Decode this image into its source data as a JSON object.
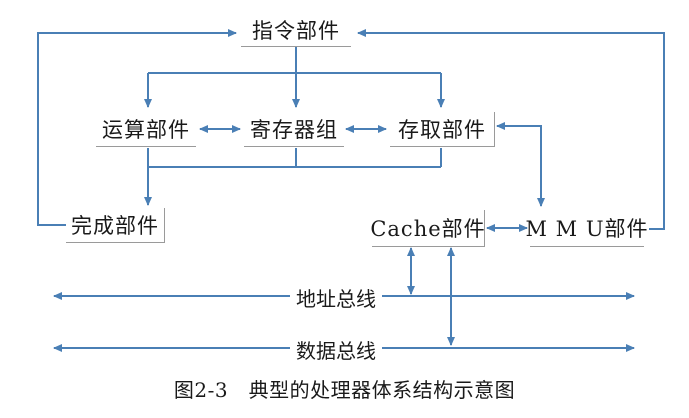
{
  "units": {
    "instruction": "指令部件",
    "alu": "运算部件",
    "registers": "寄存器组",
    "access": "存取部件",
    "completion": "完成部件",
    "cache": "Cache部件",
    "mmu": "M M U部件"
  },
  "buses": {
    "address": "地址总线",
    "data": "数据总线"
  },
  "caption": "图2-3　典型的处理器体系结构示意图",
  "colors": {
    "wire": "#4a7fb5",
    "box_border": "#9a9a9a",
    "text": "#1a1a1a"
  }
}
